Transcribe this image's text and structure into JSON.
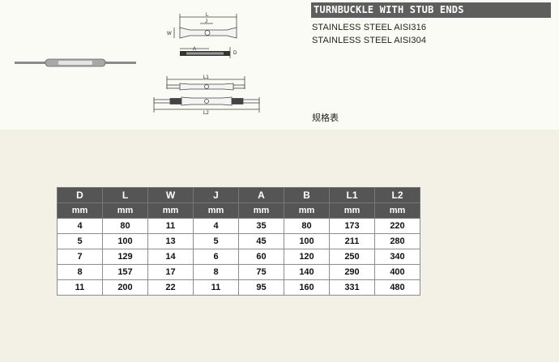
{
  "title": "TURNBUCKLE WITH STUB ENDS",
  "materials": [
    "STAINLESS STEEL AISI316",
    "STAINLESS STEEL AISI304"
  ],
  "spec_label": "规格表",
  "drawing_labels": {
    "L": "L",
    "J": "J",
    "W": "W",
    "A": "A",
    "D": "D",
    "L1": "L1",
    "L2": "L2"
  },
  "table": {
    "headers": [
      "D",
      "L",
      "W",
      "J",
      "A",
      "B",
      "L1",
      "L2"
    ],
    "units": [
      "mm",
      "mm",
      "mm",
      "mm",
      "mm",
      "mm",
      "mm",
      "mm"
    ],
    "rows": [
      [
        "4",
        "80",
        "11",
        "4",
        "35",
        "80",
        "173",
        "220"
      ],
      [
        "5",
        "100",
        "13",
        "5",
        "45",
        "100",
        "211",
        "280"
      ],
      [
        "7",
        "129",
        "14",
        "6",
        "60",
        "120",
        "250",
        "340"
      ],
      [
        "8",
        "157",
        "17",
        "8",
        "75",
        "140",
        "290",
        "400"
      ],
      [
        "11",
        "200",
        "22",
        "11",
        "95",
        "160",
        "331",
        "480"
      ]
    ]
  },
  "colors": {
    "page_background": "#f3f1e6",
    "title_bar": "#5e5e5e",
    "table_header": "#555555"
  }
}
